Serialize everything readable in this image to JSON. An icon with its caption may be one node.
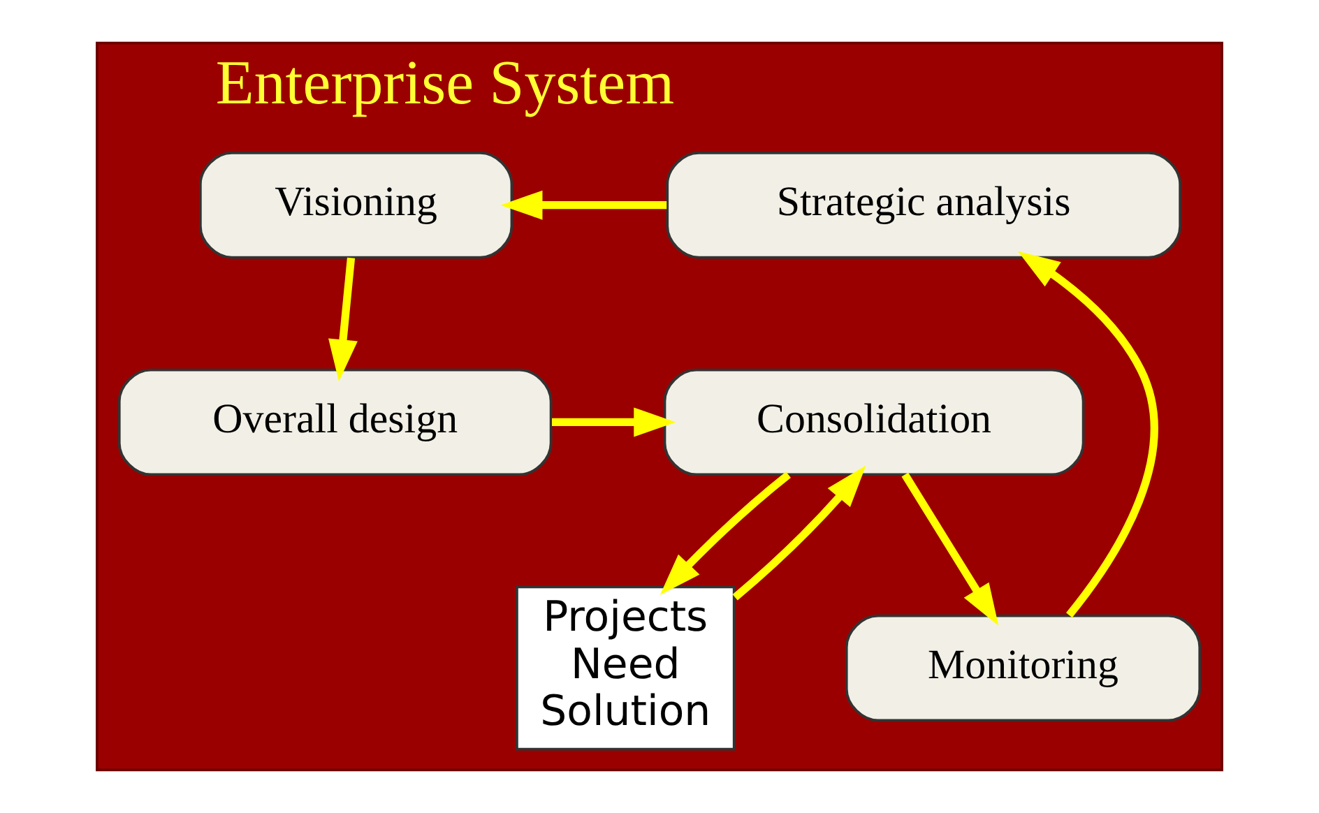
{
  "diagram": {
    "nodes": [
      {
        "text": [
          "Enterprise System"
        ]
      },
      {
        "text": [
          "Strategic analysis"
        ],
        "in": 0
      },
      {
        "text": [
          "Visioning"
        ],
        "in": 0
      },
      {
        "text": [
          "Projects",
          "Need",
          "Solution"
        ],
        "in": 0
      },
      {
        "text": [
          "Monitoring"
        ],
        "in": 0
      },
      {
        "text": [
          "Overall design"
        ],
        "in": 0
      },
      {
        "text": [
          "Consolidation"
        ],
        "in": 0
      }
    ],
    "edges": [
      {
        "from": 1,
        "to": 2,
        "arrow": "to"
      },
      {
        "from": 2,
        "to": 5,
        "arrow": "to"
      },
      {
        "from": 5,
        "to": 6,
        "arrow": "to"
      },
      {
        "from": 6,
        "to": 4,
        "arrow": "to"
      },
      {
        "from": 4,
        "to": 1,
        "arrow": "to"
      },
      {
        "from": 6,
        "to": 3,
        "arrow": "to"
      },
      {
        "from": 3,
        "to": 6,
        "arrow": "to"
      }
    ]
  }
}
